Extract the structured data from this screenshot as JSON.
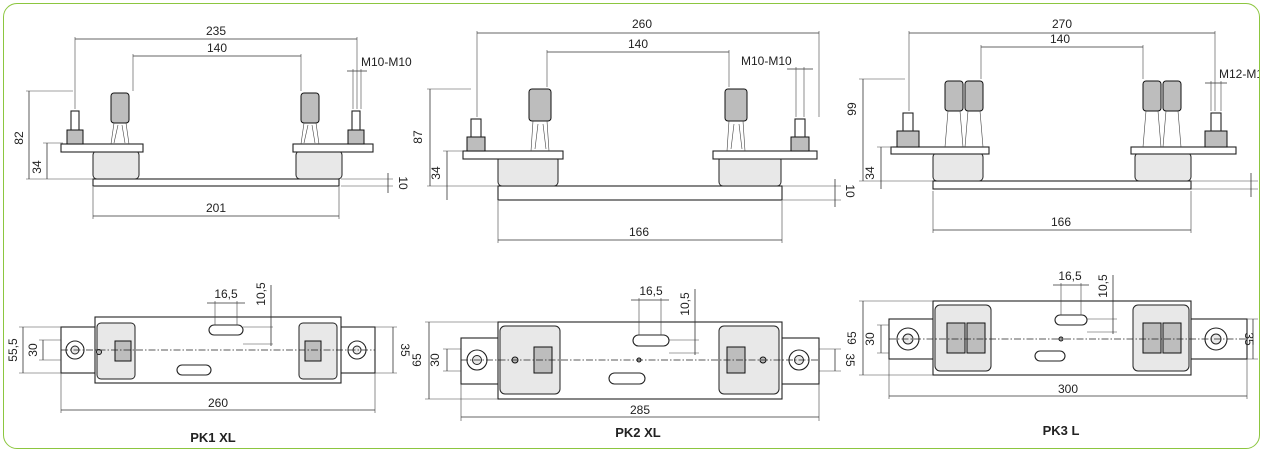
{
  "colors": {
    "frame": "#8cc63f"
  },
  "panels": [
    {
      "caption": "PK1 XL",
      "side": {
        "w_total": "235",
        "w_inner": "140",
        "thread": "M10-M10",
        "h_total": "82",
        "h_low": "34",
        "base_thk": "10",
        "w_base": "201"
      },
      "top": {
        "slot_w": "16,5",
        "slot_off": "10,5",
        "h_total": "55,5",
        "h_inner": "30",
        "h_right": "35",
        "length": "260"
      }
    },
    {
      "caption": "PK2 XL",
      "side": {
        "w_total": "260",
        "w_inner": "140",
        "thread": "M10-M10",
        "h_total": "87",
        "h_low": "34",
        "base_thk": "10",
        "w_base": "166"
      },
      "top": {
        "slot_w": "16,5",
        "slot_off": "10,5",
        "h_total": "65",
        "h_inner": "30",
        "h_right": "35",
        "length": "285"
      }
    },
    {
      "caption": "PK3 L",
      "side": {
        "w_total": "270",
        "w_inner": "140",
        "thread": "M12-M12",
        "h_total": "99",
        "h_low": "34",
        "base_thk": "10",
        "w_base": "166"
      },
      "top": {
        "slot_w": "16,5",
        "slot_off": "10,5",
        "h_total": "65",
        "h_inner": "30",
        "h_right": "35",
        "length": "300"
      }
    }
  ]
}
